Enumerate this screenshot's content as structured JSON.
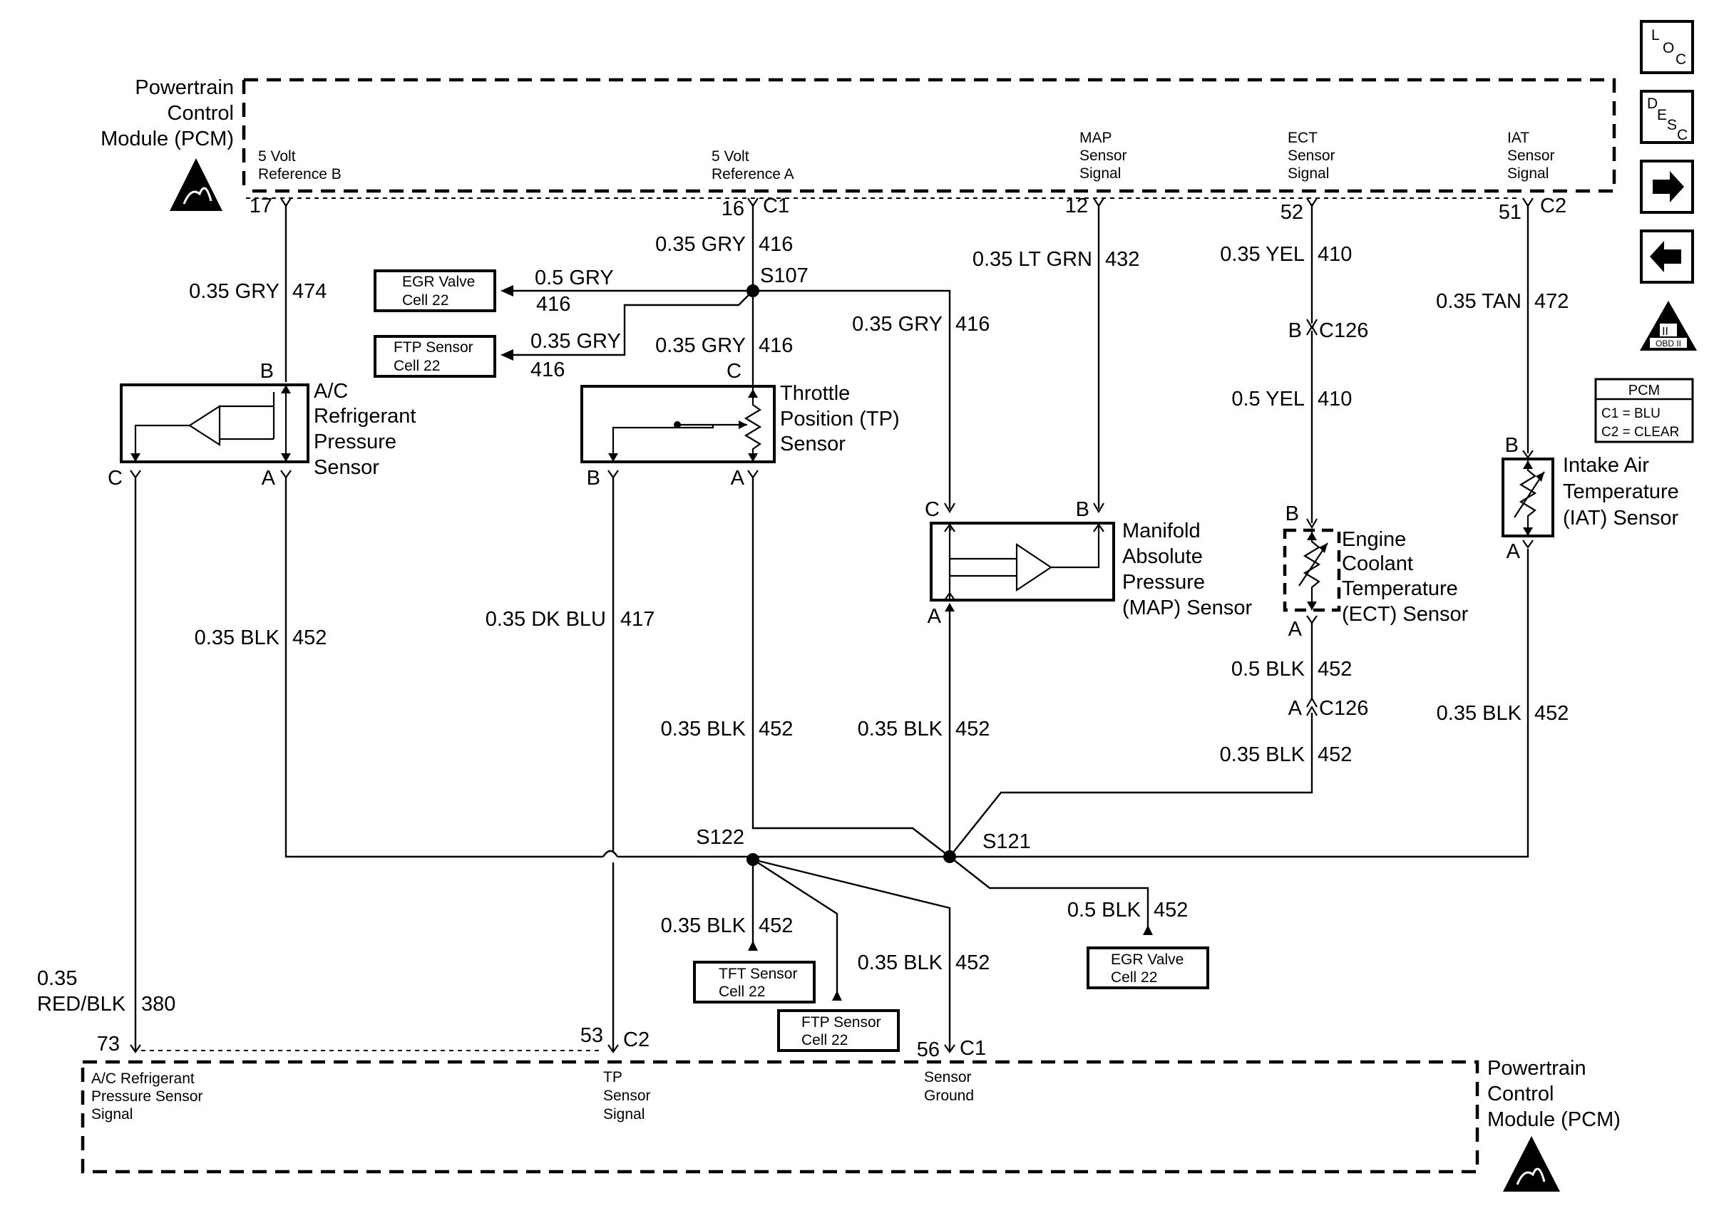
{
  "pcm_top": {
    "label": [
      "Powertrain",
      "Control",
      "Module (PCM)"
    ]
  },
  "pcm_bottom": {
    "label": [
      "Powertrain",
      "Control",
      "Module (PCM)"
    ]
  },
  "pins_top": [
    {
      "id": "p17",
      "num": "17",
      "conn": "",
      "label": [
        "5 Volt",
        "Reference B"
      ]
    },
    {
      "id": "p16",
      "num": "16",
      "conn": "C1",
      "label": [
        "5 Volt",
        "Reference A"
      ]
    },
    {
      "id": "p12",
      "num": "12",
      "conn": "",
      "label": [
        "MAP",
        "Sensor",
        "Signal"
      ]
    },
    {
      "id": "p52",
      "num": "52",
      "conn": "",
      "label": [
        "ECT",
        "Sensor",
        "Signal"
      ]
    },
    {
      "id": "p51",
      "num": "51",
      "conn": "C2",
      "label": [
        "IAT",
        "Sensor",
        "Signal"
      ]
    }
  ],
  "pins_bottom": [
    {
      "id": "p73",
      "num": "73",
      "conn": "",
      "label": [
        "A/C Refrigerant",
        "Pressure Sensor",
        "Signal"
      ]
    },
    {
      "id": "p53",
      "num": "53",
      "conn": "C2",
      "label": [
        "TP",
        "Sensor",
        "Signal"
      ]
    },
    {
      "id": "p56",
      "num": "56",
      "conn": "C1",
      "label": [
        "Sensor",
        "Ground"
      ]
    }
  ],
  "wires": {
    "w474": {
      "gauge": "0.35 GRY",
      "circuit": "474"
    },
    "w416_a": {
      "gauge": "0.35 GRY",
      "circuit": "416"
    },
    "w416_b": {
      "gauge": "0.35 GRY",
      "circuit": "416"
    },
    "w416_c": {
      "gauge": "0.35 GRY",
      "circuit": "416"
    },
    "w416_egr": {
      "gauge": "0.5 GRY",
      "circuit": "416"
    },
    "w416_ftp": {
      "gauge": "0.35 GRY",
      "circuit": "416"
    },
    "w432": {
      "gauge": "0.35 LT GRN",
      "circuit": "432"
    },
    "w410_a": {
      "gauge": "0.35 YEL",
      "circuit": "410"
    },
    "w410_b": {
      "gauge": "0.5 YEL",
      "circuit": "410"
    },
    "w472": {
      "gauge": "0.35 TAN",
      "circuit": "472"
    },
    "w452_ac": {
      "gauge": "0.35 BLK",
      "circuit": "452"
    },
    "w417": {
      "gauge": "0.35 DK BLU",
      "circuit": "417"
    },
    "w452_tp": {
      "gauge": "0.35 BLK",
      "circuit": "452"
    },
    "w452_map": {
      "gauge": "0.35 BLK",
      "circuit": "452"
    },
    "w452_ect_a": {
      "gauge": "0.5 BLK",
      "circuit": "452"
    },
    "w452_ect_b": {
      "gauge": "0.35 BLK",
      "circuit": "452"
    },
    "w452_iat": {
      "gauge": "0.35 BLK",
      "circuit": "452"
    },
    "w452_tft": {
      "gauge": "0.35 BLK",
      "circuit": "452"
    },
    "w452_gnd": {
      "gauge": "0.35 BLK",
      "circuit": "452"
    },
    "w452_egr": {
      "gauge": "0.5 BLK",
      "circuit": "452"
    },
    "w380": {
      "gauge_1": "0.35",
      "gauge_2": "RED/BLK",
      "circuit": "380"
    }
  },
  "splices": {
    "s107": "S107",
    "s122": "S122",
    "s121": "S121"
  },
  "connectors": {
    "c126_top": "C126",
    "c126_bottom": "C126",
    "c126_top_pin": "B",
    "c126_bottom_pin": "A"
  },
  "components": {
    "ac": {
      "label": [
        "A/C",
        "Refrigerant",
        "Pressure",
        "Sensor"
      ],
      "pins": {
        "b": "B",
        "c": "C",
        "a": "A"
      }
    },
    "tp": {
      "label": [
        "Throttle",
        "Position (TP)",
        "Sensor"
      ],
      "pins": {
        "c": "C",
        "b": "B",
        "a": "A"
      }
    },
    "map": {
      "label": [
        "Manifold",
        "Absolute",
        "Pressure",
        "(MAP) Sensor"
      ],
      "pins": {
        "c": "C",
        "b": "B",
        "a": "A"
      }
    },
    "ect": {
      "label": [
        "Engine",
        "Coolant",
        "Temperature",
        "(ECT) Sensor"
      ],
      "pins": {
        "b": "B",
        "a": "A"
      }
    },
    "iat": {
      "label": [
        "Intake Air",
        "Temperature",
        "(IAT) Sensor"
      ],
      "pins": {
        "b": "B",
        "a": "A"
      }
    }
  },
  "refs": {
    "egr_top": [
      "EGR Valve",
      "Cell 22"
    ],
    "ftp_top": [
      "FTP Sensor",
      "Cell 22"
    ],
    "tft": [
      "TFT Sensor",
      "Cell 22"
    ],
    "ftp_bottom": [
      "FTP Sensor",
      "Cell 22"
    ],
    "egr_bottom": [
      "EGR Valve",
      "Cell 22"
    ]
  },
  "legend": {
    "title": "PCM",
    "line1": "C1 = BLU",
    "line2": "C2 = CLEAR"
  },
  "nav": {
    "loc": {
      "l1": "L",
      "l2": "O",
      "l3": "C"
    },
    "desc": {
      "l1": "D",
      "l2": "E",
      "l3": "S",
      "l4": "C"
    },
    "obd": {
      "num": "II",
      "text": "OBD II"
    }
  }
}
